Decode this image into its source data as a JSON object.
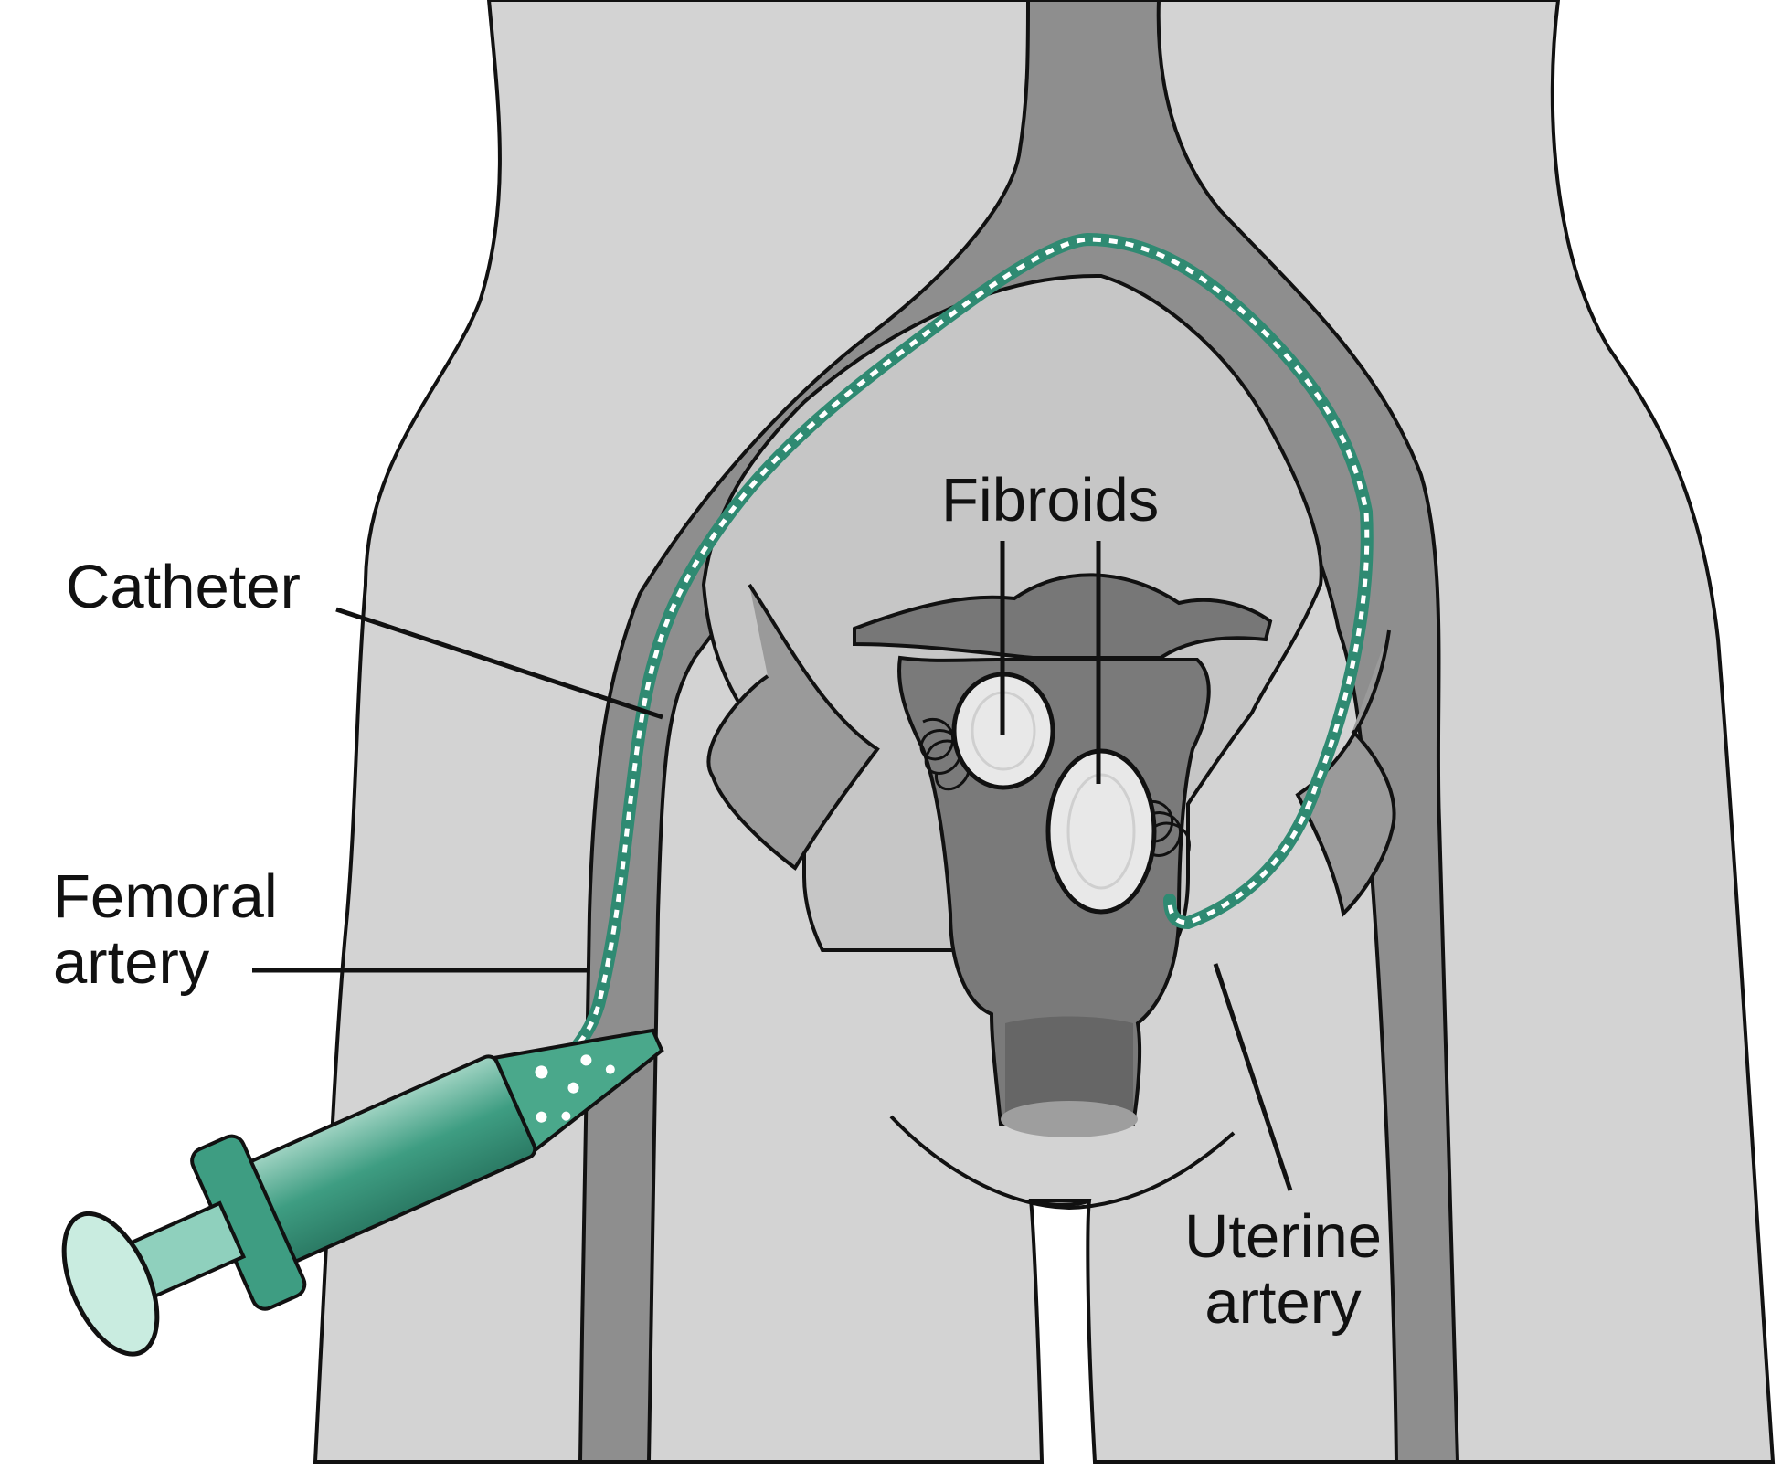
{
  "labels": {
    "fibroids": "Fibroids",
    "catheter": "Catheter",
    "femoral_artery": [
      "Femoral",
      "artery"
    ],
    "uterine_artery": [
      "Uterine",
      "artery"
    ]
  },
  "colors": {
    "background": "#ffffff",
    "body": "#d3d3d3",
    "artery": "#8e8e8e",
    "uterus": "#7a7a7a",
    "fibroid": "#e6e6e6",
    "outline": "#111111",
    "catheter": "#2f8a72",
    "syringe": "#3a9a7f"
  }
}
